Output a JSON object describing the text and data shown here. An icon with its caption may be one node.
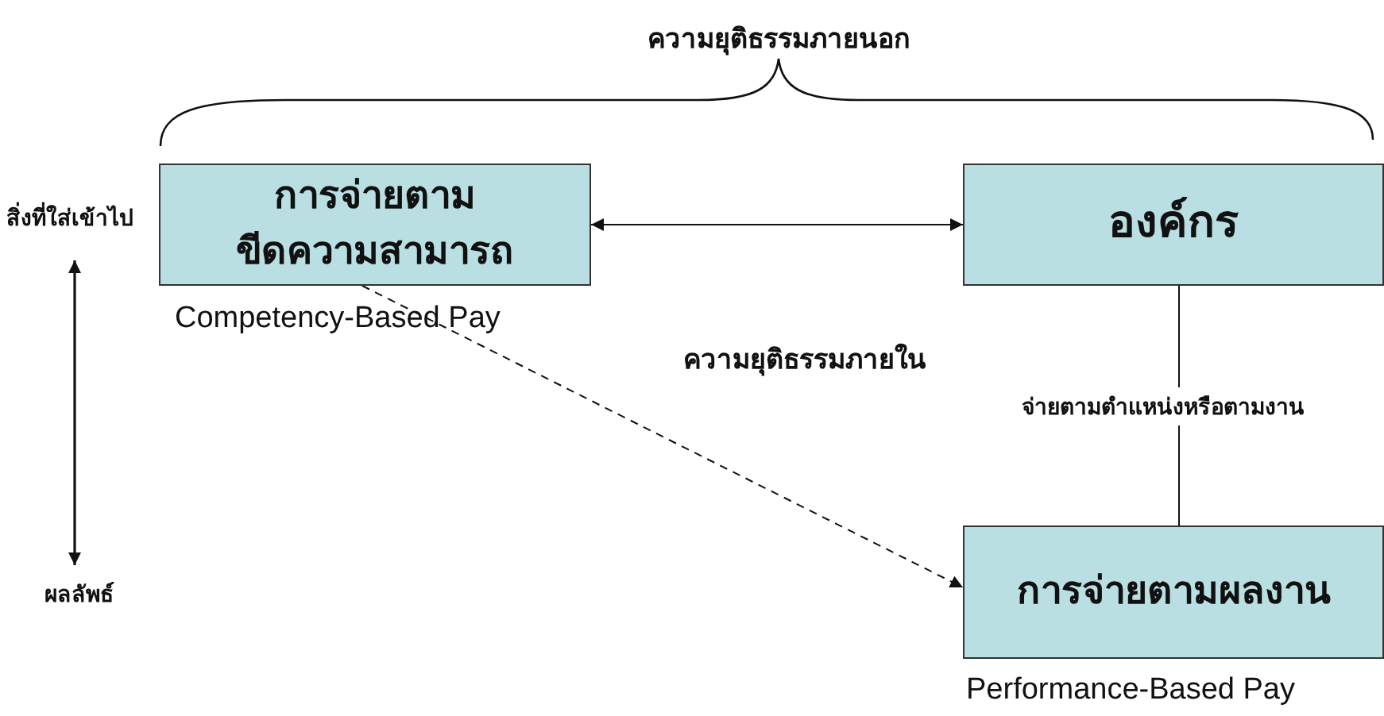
{
  "diagram": {
    "nodes": [
      {
        "text": [
          "การจ่ายตามขีดความสามารถ"
        ],
        "beside": [
          "Competency-Based Pay"
        ]
      },
      {
        "text": [
          "องค์กร"
        ]
      },
      {
        "text": [
          "การจ่ายตามผลงาน"
        ],
        "beside": [
          "Performance-Based Pay"
        ]
      },
      {
        "text": [
          "สิ่งที่ใส่เข้าไป"
        ]
      },
      {
        "text": [
          "ผลลัพธ์"
        ]
      }
    ],
    "edges": [
      {
        "from": 0,
        "to": 1,
        "arrow": "both"
      },
      {
        "from": 1,
        "to": 2,
        "arrow": "none",
        "label": "จ่ายตามตำแหน่งหรือตามงาน"
      },
      {
        "from": 0,
        "to": 2,
        "arrow": "to",
        "style": "dashed"
      },
      {
        "from": 3,
        "to": 4,
        "arrow": "both"
      }
    ],
    "labels": [
      "ความยุติธรรมภายนอก",
      "ความยุติธรรมภายใน"
    ]
  }
}
